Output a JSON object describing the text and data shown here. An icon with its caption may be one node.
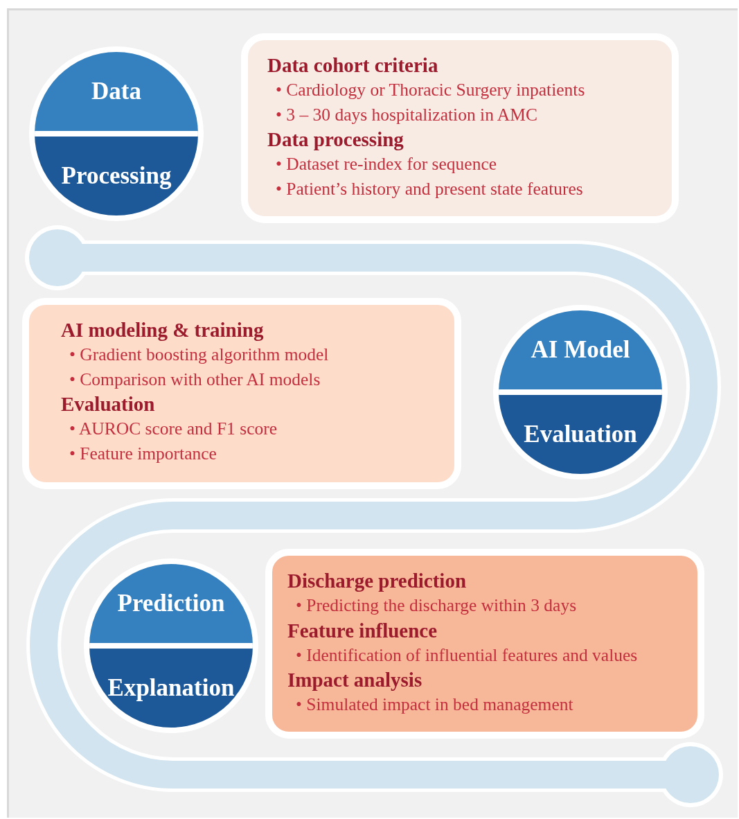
{
  "diagram": {
    "nodes": [
      {
        "text": [
          "Data",
          "Processing"
        ]
      },
      {
        "text": [
          "Data cohort criteria",
          "• Cardiology or Thoracic Surgery inpatients",
          "• 3 – 30 days hospitalization in AMC",
          "Data processing",
          "• Dataset re-index for sequence",
          "• Patient’s history and present state features"
        ]
      },
      {
        "text": [
          "AI modeling & training",
          "• Gradient boosting algorithm model",
          "• Comparison with other AI models",
          "Evaluation",
          "• AUROC score and F1 score",
          "• Feature importance"
        ]
      },
      {
        "text": [
          "AI Model",
          "Evaluation"
        ]
      },
      {
        "text": [
          "Prediction",
          "Explanation"
        ]
      },
      {
        "text": [
          "Discharge prediction",
          "• Predicting the discharge within 3 days",
          "Feature influence",
          "• Identification of influential features and values",
          "Impact analysis",
          "• Simulated impact in bed management"
        ]
      }
    ]
  }
}
